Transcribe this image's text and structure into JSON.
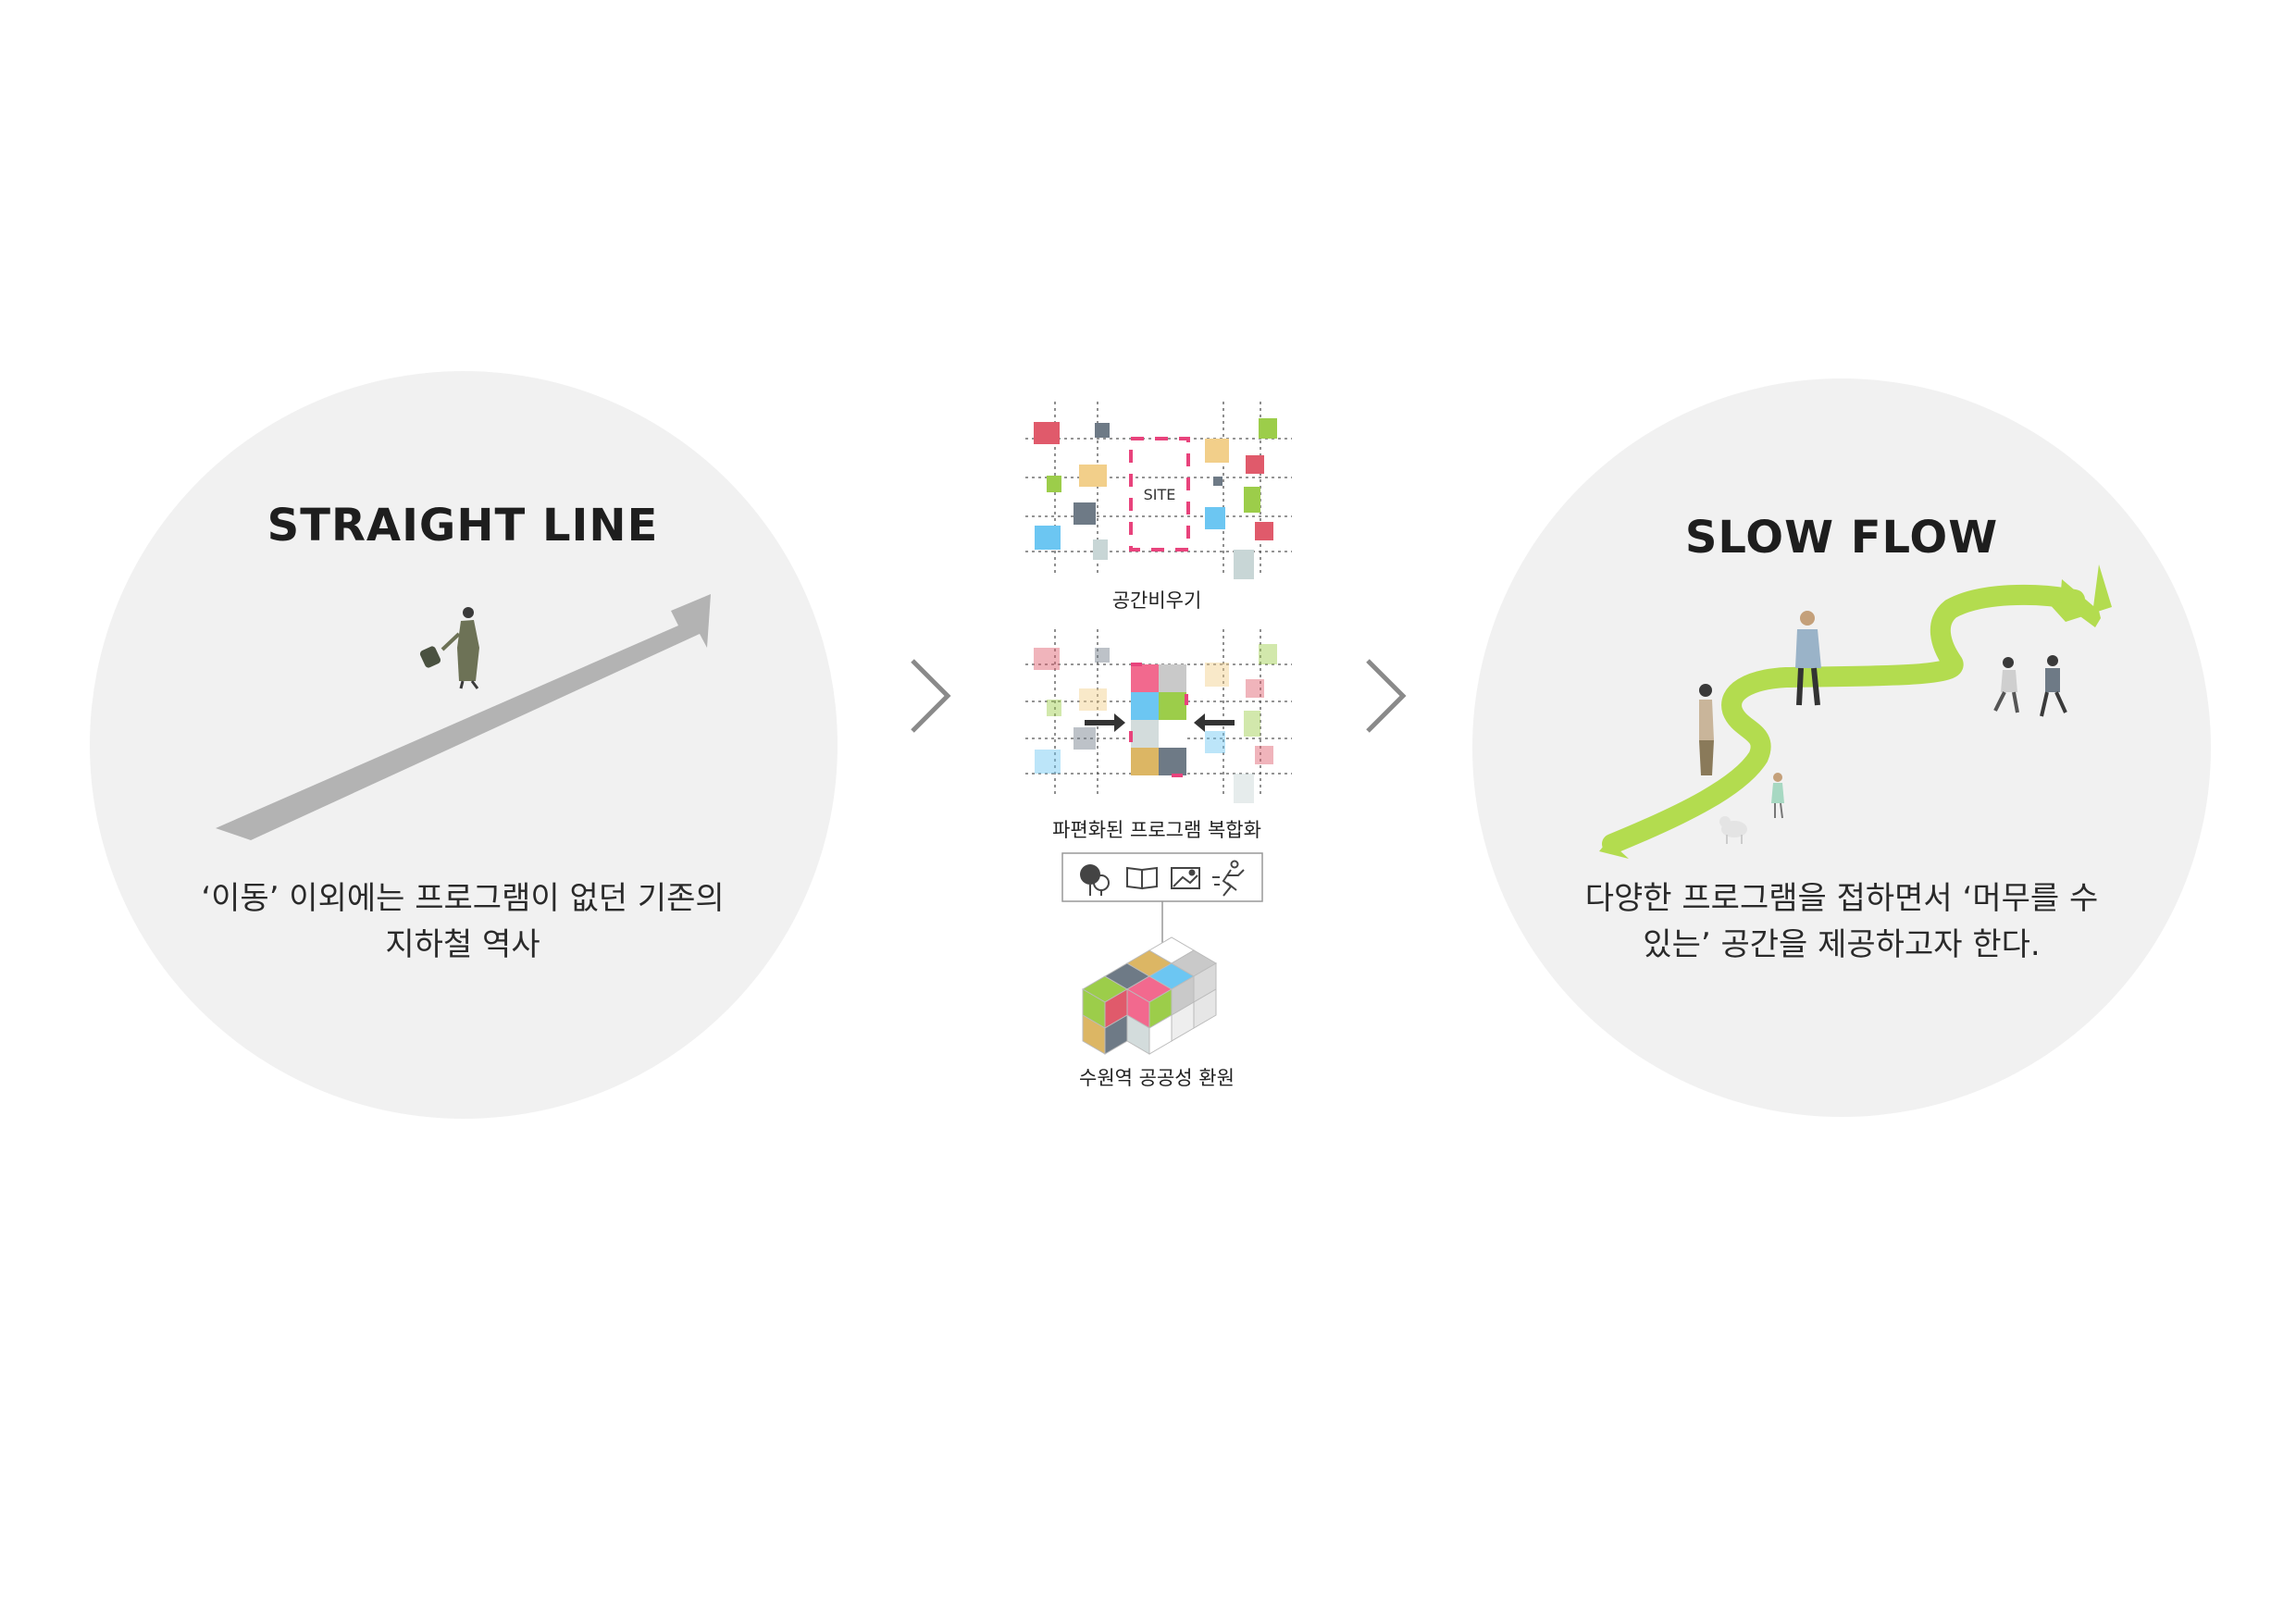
{
  "left": {
    "title": "STRAIGHT LINE",
    "caption_line1": "‘이동’ 이외에는 프로그램이 없던 기존의",
    "caption_line2": "지하철 역사"
  },
  "middle": {
    "site_label": "SITE",
    "step1_label": "공간비우기",
    "step2_label": "파편화된 프로그램 복합화",
    "step3_label": "수원역 공공성 환원",
    "program_icons": [
      "tree-icon",
      "book-icon",
      "gallery-icon",
      "runner-icon"
    ]
  },
  "right": {
    "title": "SLOW FLOW",
    "caption_line1": "다양한 프로그램을 접하면서 ‘머무를 수",
    "caption_line2": "있는’ 공간을 제공하고자 한다."
  },
  "colors": {
    "circle_bg": "#f1f1f1",
    "straight_arrow": "#b3b3b3",
    "flow_path": "#b3dc4f",
    "site_marker": "#e8437c",
    "chevron": "#8a8a8a"
  }
}
